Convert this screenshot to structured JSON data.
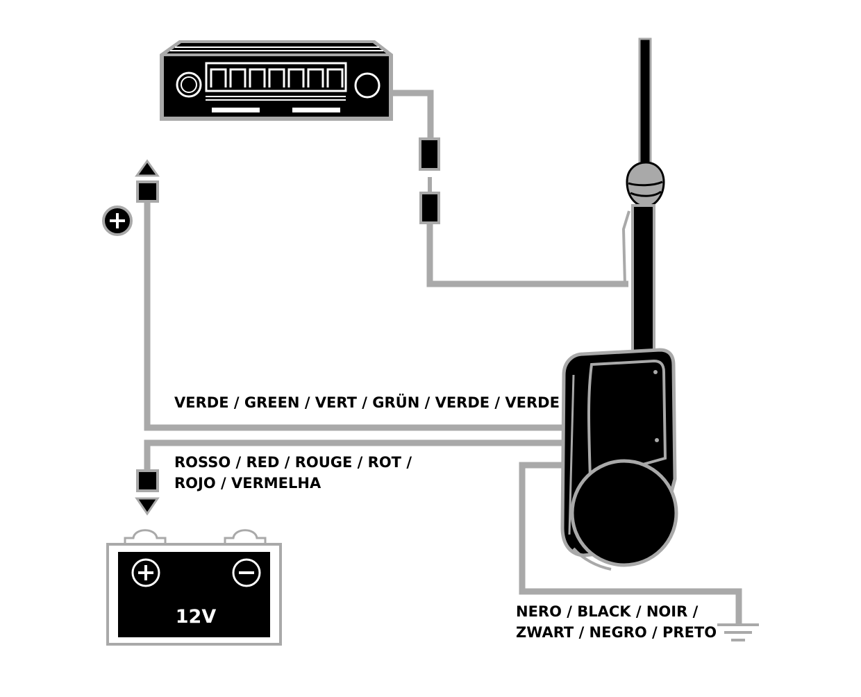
{
  "labels": {
    "green_wire": "VERDE / GREEN / VERT / GRÜN / VERDE / VERDE",
    "red_wire_line1": "ROSSO / RED / ROUGE / ROT /",
    "red_wire_line2": "ROJO / VERMELHA",
    "black_wire_line1": "NERO / BLACK / NOIR /",
    "black_wire_line2": "ZWART / NEGRO / PRETO",
    "battery_voltage": "12V"
  },
  "icons": {
    "positive_terminal": "plus-circle-icon",
    "battery_positive": "plus-circle-icon",
    "battery_negative": "minus-circle-icon",
    "ground": "ground-icon",
    "radio": "car-radio-icon",
    "antenna": "power-antenna-icon"
  },
  "colors": {
    "wire": "#a9a9a9",
    "device": "#000000",
    "outline": "#a9a9a9",
    "background": "#ffffff"
  }
}
